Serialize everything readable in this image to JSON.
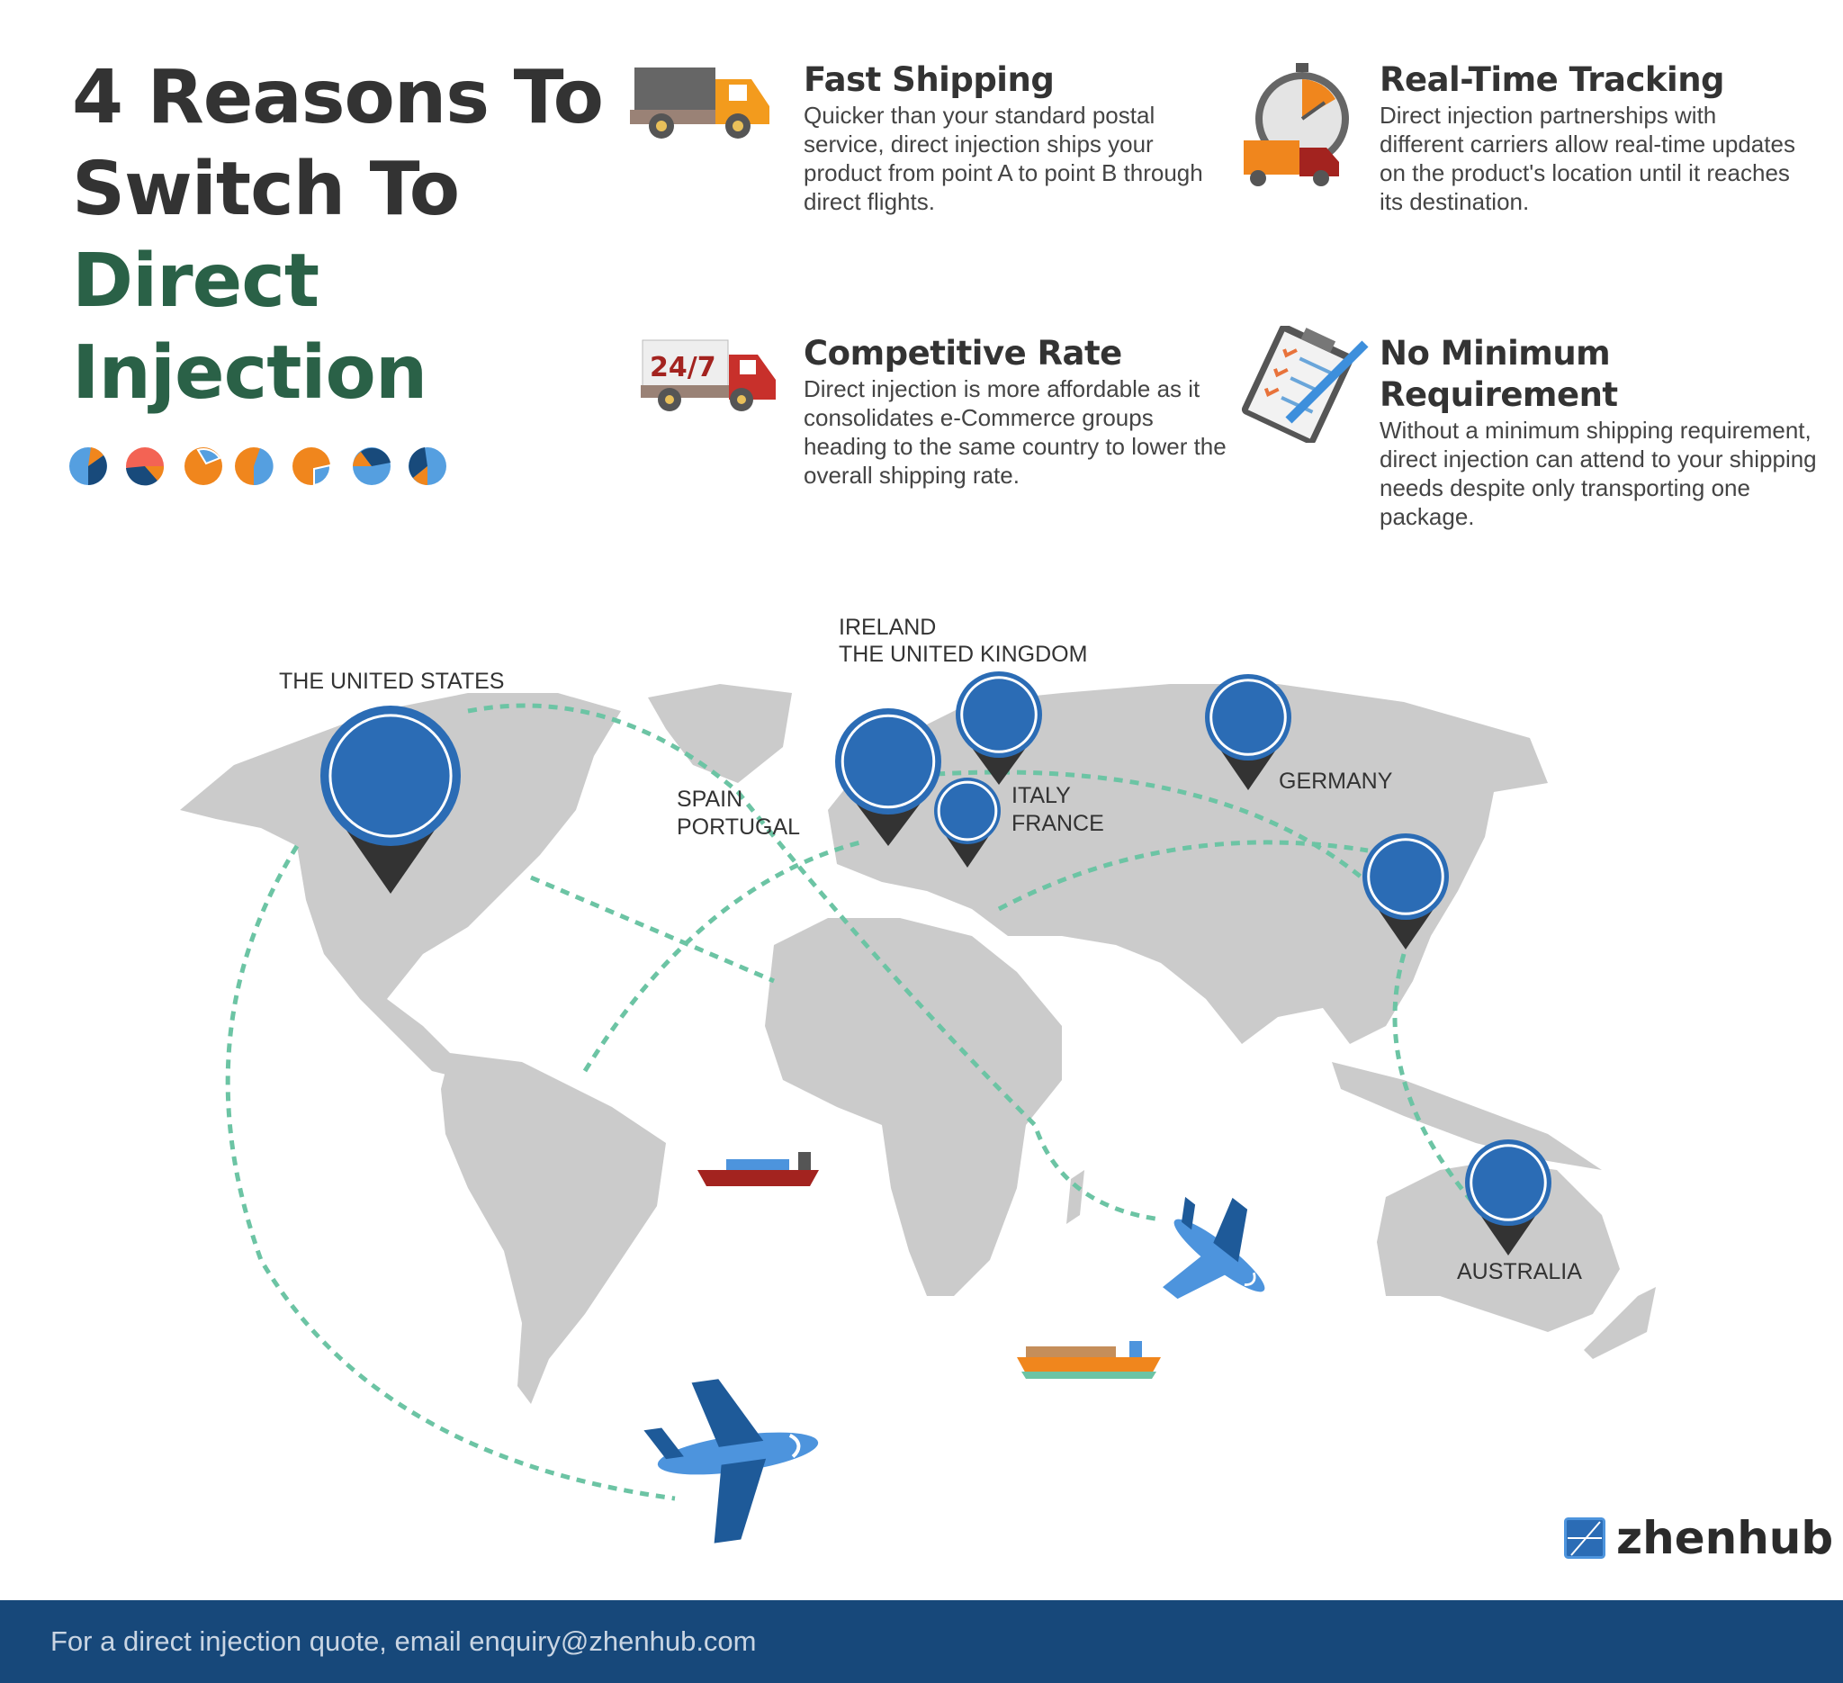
{
  "title": {
    "line1": "4 Reasons To",
    "line2": "Switch To",
    "line3": "Direct",
    "line4": "Injection"
  },
  "features": [
    {
      "title": "Fast Shipping",
      "text": "Quicker than your standard postal service, direct injection ships your product from point A to point B through direct flights.",
      "icon": "truck-icon"
    },
    {
      "title": "Real-Time Tracking",
      "text": "Direct injection partnerships with different carriers allow real-time updates on the product's location until it reaches its destination.",
      "icon": "stopwatch-truck-icon"
    },
    {
      "title": "Competitive Rate",
      "text": "Direct injection is more affordable as it consolidates e-Commerce groups heading to the same country to lower the overall shipping rate.",
      "icon": "truck-24-7-icon",
      "badge": "24/7"
    },
    {
      "title": "No Minimum Requirement",
      "text": "Without a minimum shipping requirement, direct injection can attend to your shipping needs despite only transporting one package.",
      "icon": "clipboard-checklist-icon"
    }
  ],
  "map_labels": {
    "us": "THE UNITED STATES",
    "ireland": "IRELAND",
    "uk": "THE UNITED KINGDOM",
    "spain": "SPAIN",
    "portugal": "PORTUGAL",
    "italy": "ITALY",
    "france": "FRANCE",
    "germany": "GERMANY",
    "australia": "AUSTRALIA"
  },
  "brand": {
    "name": "zhenhub"
  },
  "footer": {
    "text": "For a direct injection quote, email enquiry@zhenhub.com"
  },
  "colors": {
    "title_accent": "#2a6147",
    "pin": "#2b6cb5",
    "route": "#6cc4a4",
    "land": "#cbcbcb",
    "footer": "#17487a"
  }
}
